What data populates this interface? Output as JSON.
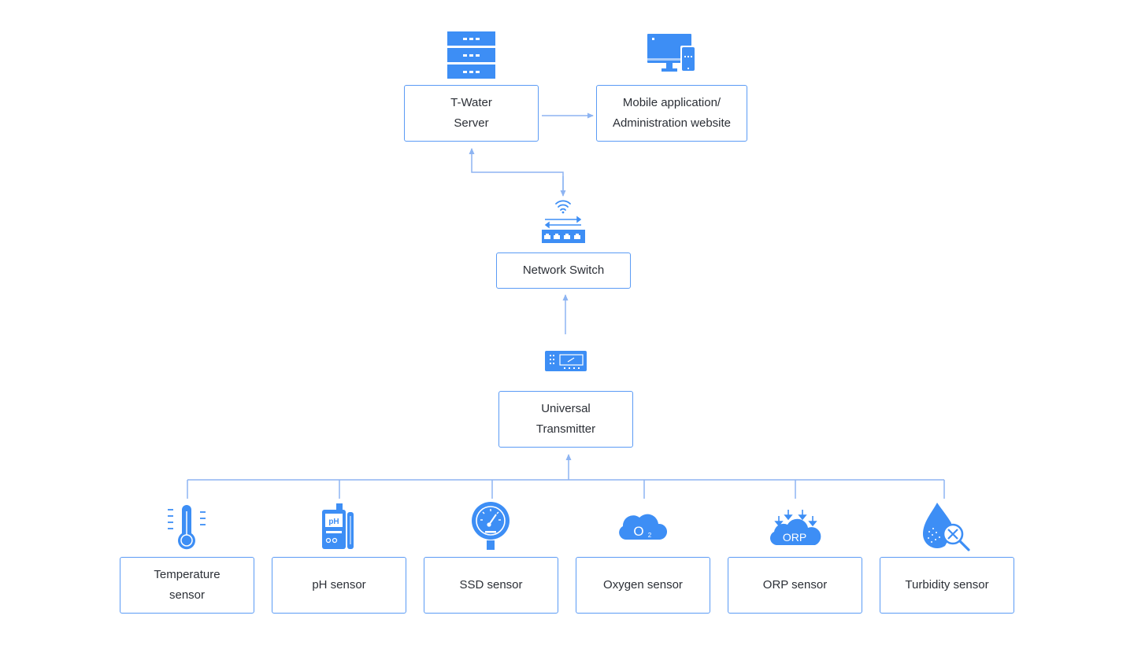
{
  "colors": {
    "accent": "#3d8ef5",
    "connector": "#8db4f2",
    "border": "#5b9bf5",
    "text": "#2b2f36"
  },
  "nodes": {
    "server": {
      "label": "T-Water\nServer",
      "icon": "server-rack-icon"
    },
    "mobile": {
      "label": "Mobile application/\nAdministration website",
      "icon": "desktop-and-phone-icon"
    },
    "switch": {
      "label": "Network Switch",
      "icon": "network-switch-icon"
    },
    "transmitter": {
      "label": "Universal\nTransmitter",
      "icon": "transmitter-device-icon"
    }
  },
  "sensors": [
    {
      "label": "Temperature\nsensor",
      "icon": "thermometer-icon"
    },
    {
      "label": "pH sensor",
      "icon": "ph-meter-icon"
    },
    {
      "label": "SSD sensor",
      "icon": "gauge-icon"
    },
    {
      "label": "Oxygen sensor",
      "icon": "oxygen-cloud-icon"
    },
    {
      "label": "ORP sensor",
      "icon": "orp-cloud-icon",
      "icon_text": "ORP"
    },
    {
      "label": "Turbidity sensor",
      "icon": "water-drop-magnifier-icon"
    }
  ],
  "oxygen_icon_text": {
    "main": "O",
    "sub": "2"
  },
  "ph_icon_text": "pH"
}
